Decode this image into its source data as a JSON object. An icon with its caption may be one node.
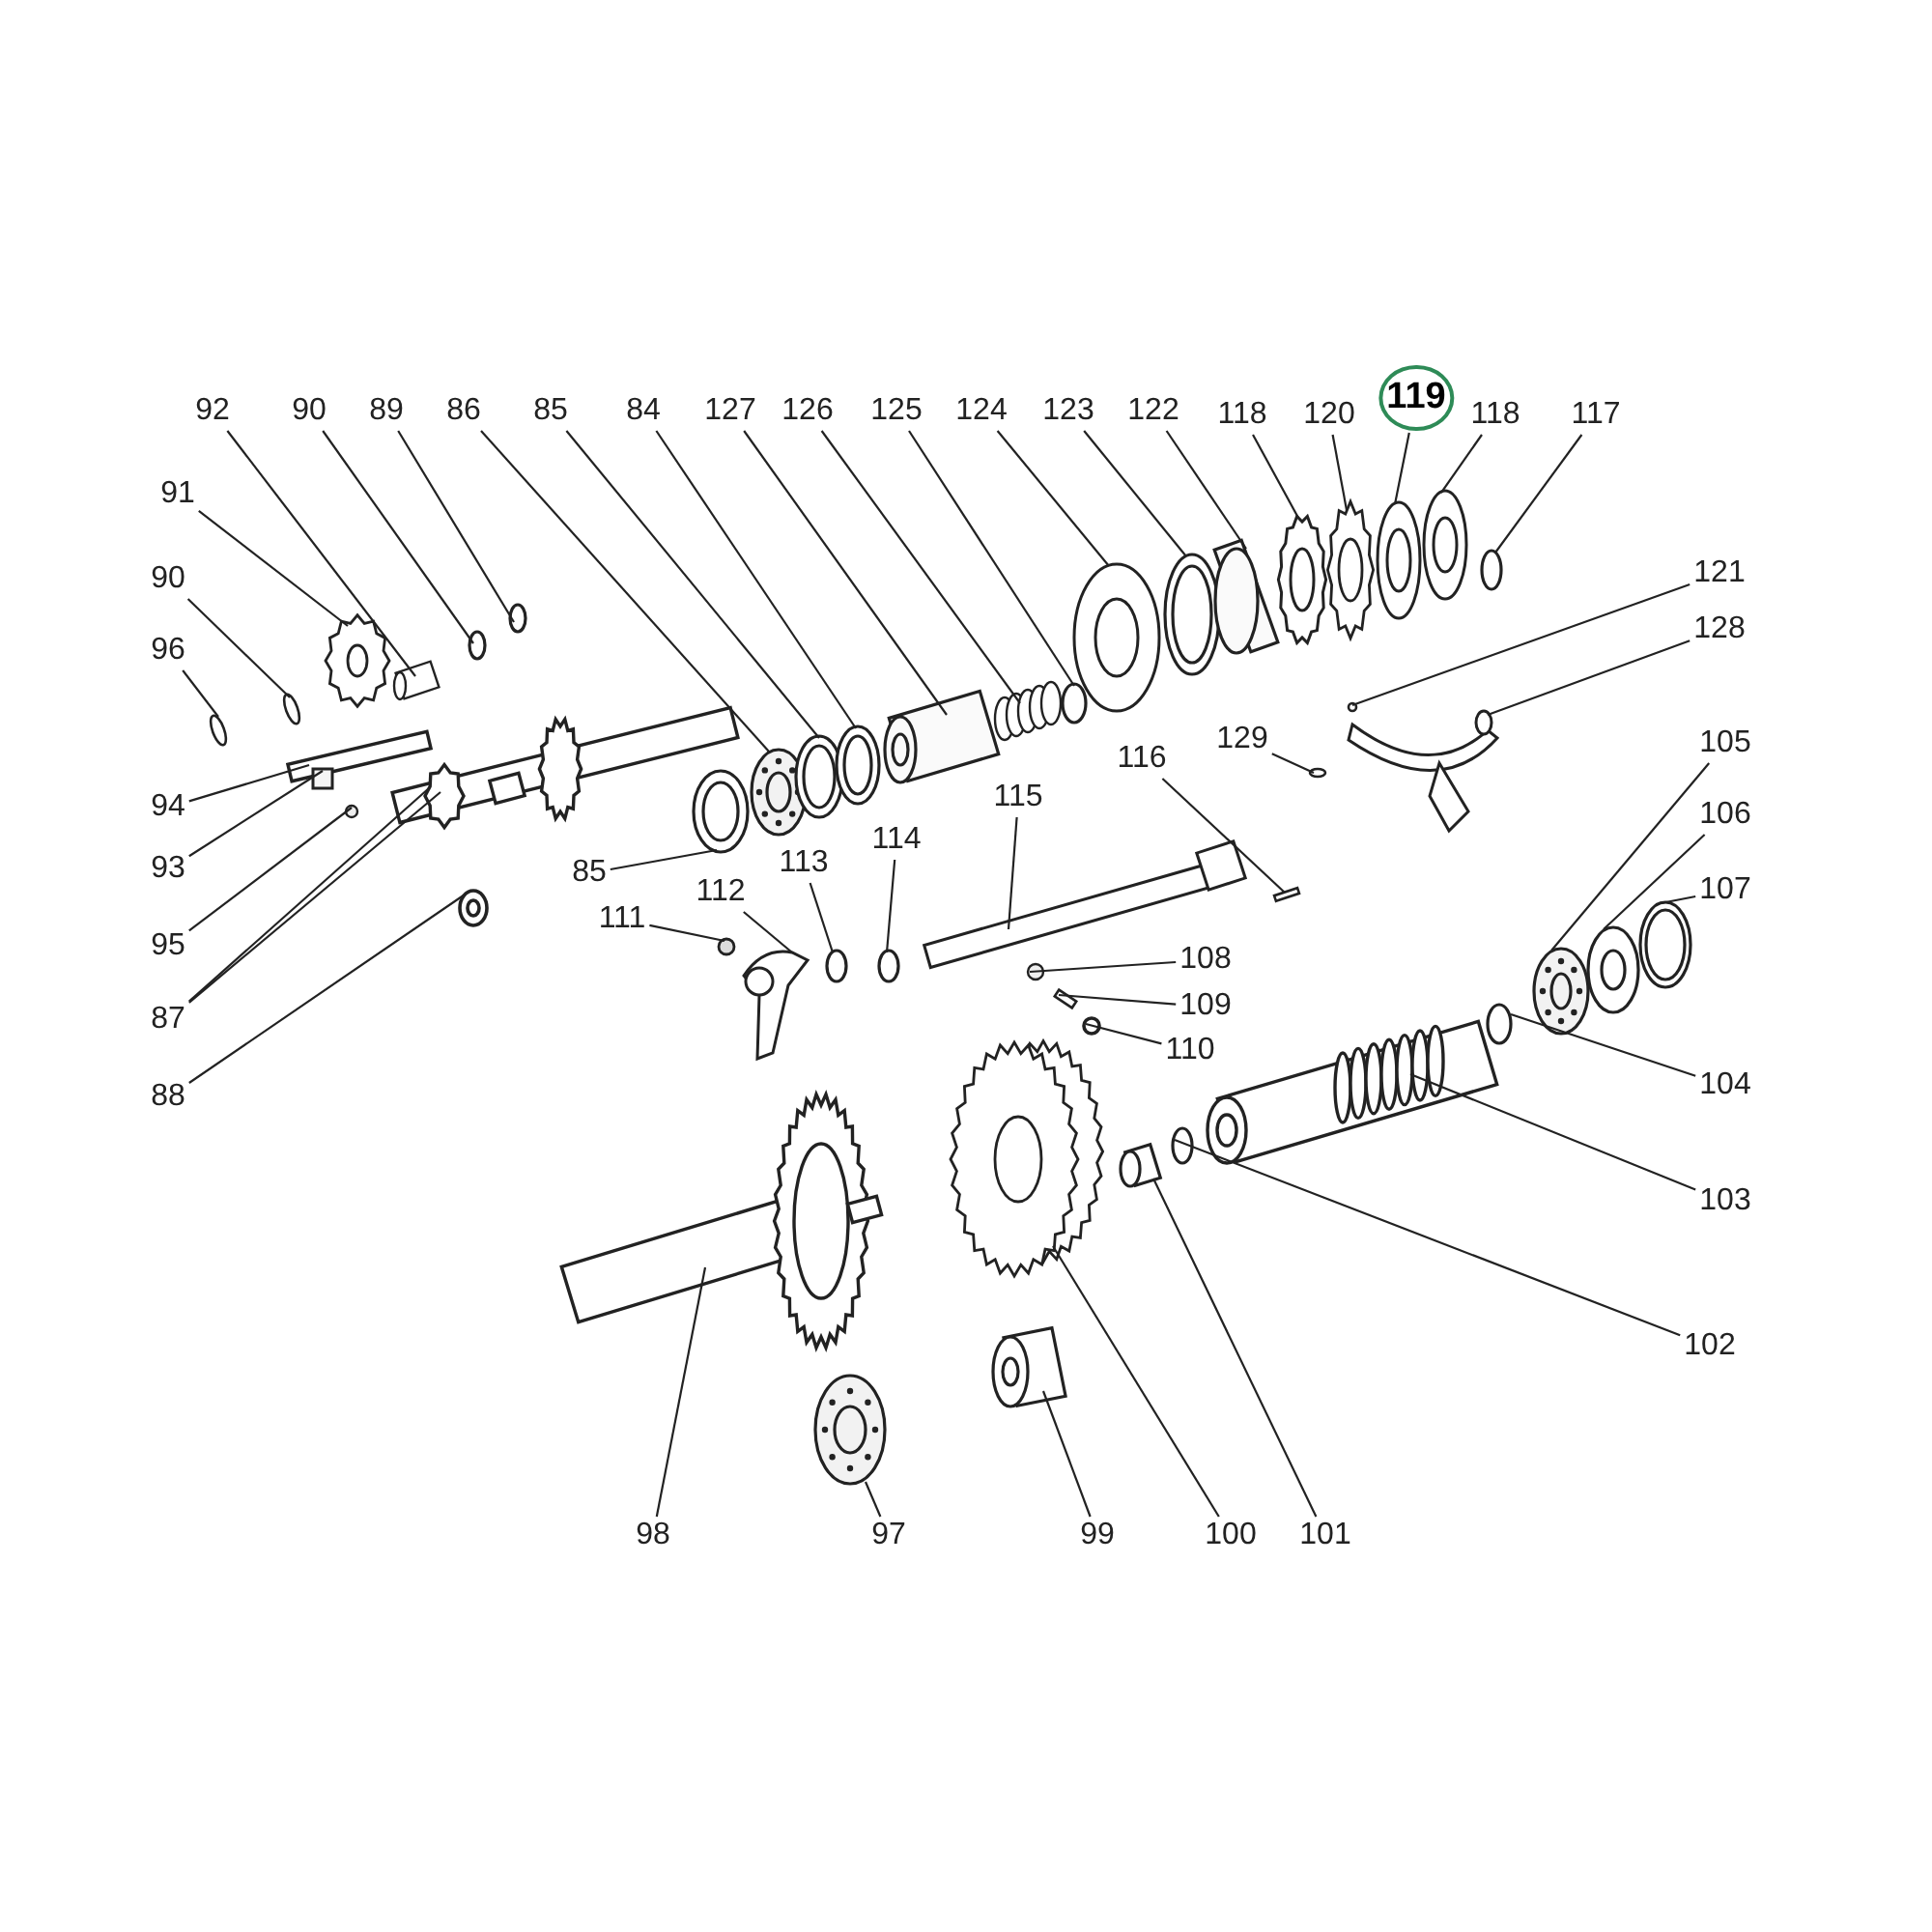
{
  "diagram": {
    "nodes": [
      {
        "text": [
          "92"
        ]
      },
      {
        "text": [
          "90"
        ]
      },
      {
        "text": [
          "89"
        ]
      },
      {
        "text": [
          "86"
        ]
      },
      {
        "text": [
          "85"
        ]
      },
      {
        "text": [
          "84"
        ]
      },
      {
        "text": [
          "127"
        ]
      },
      {
        "text": [
          "126"
        ]
      },
      {
        "text": [
          "125"
        ]
      },
      {
        "text": [
          "124"
        ]
      },
      {
        "text": [
          "123"
        ]
      },
      {
        "text": [
          "122"
        ]
      },
      {
        "text": [
          "118"
        ]
      },
      {
        "text": [
          "120"
        ]
      },
      {
        "text": [
          "119"
        ]
      },
      {
        "text": [
          "118"
        ]
      },
      {
        "text": [
          "117"
        ]
      },
      {
        "text": [
          "91"
        ]
      },
      {
        "text": [
          "90"
        ]
      },
      {
        "text": [
          "96"
        ]
      },
      {
        "text": [
          "94"
        ]
      },
      {
        "text": [
          "93"
        ]
      },
      {
        "text": [
          "95"
        ]
      },
      {
        "text": [
          "87"
        ]
      },
      {
        "text": [
          "88"
        ]
      },
      {
        "text": [
          "121"
        ]
      },
      {
        "text": [
          "128"
        ]
      },
      {
        "text": [
          "129"
        ]
      },
      {
        "text": [
          "116"
        ]
      },
      {
        "text": [
          "115"
        ]
      },
      {
        "text": [
          "114"
        ]
      },
      {
        "text": [
          "113"
        ]
      },
      {
        "text": [
          "112"
        ]
      },
      {
        "text": [
          "111"
        ]
      },
      {
        "text": [
          "85"
        ]
      },
      {
        "text": [
          "108"
        ]
      },
      {
        "text": [
          "109"
        ]
      },
      {
        "text": [
          "110"
        ]
      },
      {
        "text": [
          "105"
        ]
      },
      {
        "text": [
          "106"
        ]
      },
      {
        "text": [
          "107"
        ]
      },
      {
        "text": [
          "104"
        ]
      },
      {
        "text": [
          "103"
        ]
      },
      {
        "text": [
          "102"
        ]
      },
      {
        "text": [
          "98"
        ]
      },
      {
        "text": [
          "97"
        ]
      },
      {
        "text": [
          "99"
        ]
      },
      {
        "text": [
          "100"
        ]
      },
      {
        "text": [
          "101"
        ]
      },
      {
        "text": [],
        "shape": "spring"
      },
      {
        "text": [],
        "shape": "ring"
      },
      {
        "text": [],
        "shape": "ring"
      },
      {
        "text": [],
        "shape": "bearing"
      },
      {
        "text": [],
        "shape": "ring"
      },
      {
        "text": [],
        "shape": "ring"
      },
      {
        "text": [],
        "shape": "cylinder"
      },
      {
        "text": [],
        "shape": "spring"
      },
      {
        "text": [],
        "shape": "ring"
      },
      {
        "text": [],
        "shape": "disc"
      },
      {
        "text": [],
        "shape": "ring"
      },
      {
        "text": [],
        "shape": "cylinder"
      },
      {
        "text": [],
        "shape": "disc"
      },
      {
        "text": [],
        "shape": "gear"
      },
      {
        "text": [],
        "shape": "disc"
      },
      {
        "text": [],
        "shape": "disc"
      },
      {
        "text": [],
        "shape": "ring"
      },
      {
        "text": [],
        "shape": "gear"
      },
      {
        "text": [],
        "shape": "pin"
      },
      {
        "text": [],
        "shape": "pin"
      },
      {
        "text": [],
        "shape": "shaft"
      },
      {
        "text": [],
        "shape": "block"
      },
      {
        "text": [],
        "shape": "ball"
      },
      {
        "text": [],
        "shape": "shaft"
      },
      {
        "text": [],
        "shape": "nut"
      },
      {
        "text": [],
        "shape": "pin"
      },
      {
        "text": [],
        "shape": "fork"
      },
      {
        "text": [],
        "shape": "pin"
      },
      {
        "text": [],
        "shape": "pin"
      },
      {
        "text": [],
        "shape": "rod"
      },
      {
        "text": [],
        "shape": "ring"
      },
      {
        "text": [],
        "shape": "ring"
      },
      {
        "text": [],
        "shape": "fork"
      },
      {
        "text": [],
        "shape": "bolt"
      },
      {
        "text": [],
        "shape": "ring"
      },
      {
        "text": [],
        "shape": "ball"
      },
      {
        "text": [],
        "shape": "pin"
      },
      {
        "text": [],
        "shape": "nut"
      },
      {
        "text": [],
        "shape": "bearing"
      },
      {
        "text": [],
        "shape": "ring"
      },
      {
        "text": [],
        "shape": "ring"
      },
      {
        "text": [],
        "shape": "ring"
      },
      {
        "text": [],
        "shape": "shaft"
      },
      {
        "text": [],
        "shape": "ring"
      },
      {
        "text": [],
        "shape": "shaft"
      },
      {
        "text": [],
        "shape": "bearing"
      },
      {
        "text": [],
        "shape": "bush"
      },
      {
        "text": [],
        "shape": "gear"
      },
      {
        "text": [],
        "shape": "bush"
      }
    ],
    "edges": [
      {
        "from": 0,
        "to": 49,
        "arrow": "none"
      },
      {
        "from": 1,
        "to": 50,
        "arrow": "none"
      },
      {
        "from": 2,
        "to": 51,
        "arrow": "none"
      },
      {
        "from": 3,
        "to": 52,
        "arrow": "none"
      },
      {
        "from": 4,
        "to": 53,
        "arrow": "none"
      },
      {
        "from": 5,
        "to": 54,
        "arrow": "none"
      },
      {
        "from": 6,
        "to": 55,
        "arrow": "none"
      },
      {
        "from": 7,
        "to": 56,
        "arrow": "none"
      },
      {
        "from": 8,
        "to": 57,
        "arrow": "none"
      },
      {
        "from": 9,
        "to": 58,
        "arrow": "none"
      },
      {
        "from": 10,
        "to": 59,
        "arrow": "none"
      },
      {
        "from": 11,
        "to": 60,
        "arrow": "none"
      },
      {
        "from": 12,
        "to": 61,
        "arrow": "none"
      },
      {
        "from": 13,
        "to": 62,
        "arrow": "none"
      },
      {
        "from": 14,
        "to": 63,
        "arrow": "none"
      },
      {
        "from": 15,
        "to": 64,
        "arrow": "none"
      },
      {
        "from": 16,
        "to": 65,
        "arrow": "none"
      },
      {
        "from": 17,
        "to": 66,
        "arrow": "none"
      },
      {
        "from": 18,
        "to": 67,
        "arrow": "none"
      },
      {
        "from": 19,
        "to": 68,
        "arrow": "none"
      },
      {
        "from": 20,
        "to": 69,
        "arrow": "none"
      },
      {
        "from": 21,
        "to": 70,
        "arrow": "none"
      },
      {
        "from": 22,
        "to": 71,
        "arrow": "none"
      },
      {
        "from": 23,
        "to": 72,
        "arrow": "none"
      },
      {
        "from": 23,
        "to": 72,
        "arrow": "none"
      },
      {
        "from": 24,
        "to": 73,
        "arrow": "none"
      },
      {
        "from": 25,
        "to": 74,
        "arrow": "none"
      },
      {
        "from": 26,
        "to": 75,
        "arrow": "none"
      },
      {
        "from": 27,
        "to": 76,
        "arrow": "none"
      },
      {
        "from": 28,
        "to": 77,
        "arrow": "none"
      },
      {
        "from": 29,
        "to": 78,
        "arrow": "none"
      },
      {
        "from": 30,
        "to": 79,
        "arrow": "none"
      },
      {
        "from": 31,
        "to": 80,
        "arrow": "none"
      },
      {
        "from": 32,
        "to": 81,
        "arrow": "none"
      },
      {
        "from": 33,
        "to": 82,
        "arrow": "none"
      },
      {
        "from": 34,
        "to": 83,
        "arrow": "none"
      },
      {
        "from": 35,
        "to": 84,
        "arrow": "none"
      },
      {
        "from": 36,
        "to": 85,
        "arrow": "none"
      },
      {
        "from": 37,
        "to": 86,
        "arrow": "none"
      },
      {
        "from": 38,
        "to": 87,
        "arrow": "none"
      },
      {
        "from": 39,
        "to": 88,
        "arrow": "none"
      },
      {
        "from": 40,
        "to": 89,
        "arrow": "none"
      },
      {
        "from": 41,
        "to": 90,
        "arrow": "none"
      },
      {
        "from": 42,
        "to": 91,
        "arrow": "none"
      },
      {
        "from": 43,
        "to": 92,
        "arrow": "none"
      },
      {
        "from": 44,
        "to": 93,
        "arrow": "none"
      },
      {
        "from": 45,
        "to": 94,
        "arrow": "none"
      },
      {
        "from": 46,
        "to": 95,
        "arrow": "none"
      },
      {
        "from": 47,
        "to": 96,
        "arrow": "none"
      },
      {
        "from": 48,
        "to": 97,
        "arrow": "none"
      }
    ]
  }
}
